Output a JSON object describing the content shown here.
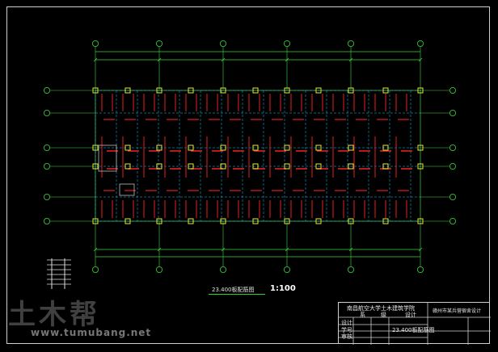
{
  "drawing": {
    "scale_label": "23.400板配筋图",
    "scale_ratio": "1:100"
  },
  "title_block": {
    "university": "南昌航空大学土木建筑学院",
    "department_row": [
      "系",
      "级",
      "设计"
    ],
    "project": "赣州市某兵营宿舍设计",
    "row_labels": [
      "设计",
      "学号",
      "审核"
    ],
    "drawing_title": "23.400板配筋图"
  },
  "watermark": {
    "logo": "土木帮",
    "url": "www.tumubang.net"
  },
  "colors": {
    "background": "#000000",
    "grid_line": "#3cd63c",
    "axis_bubble": "#3cd63c",
    "rebar": "#e02020",
    "column": "#e8e838",
    "beam_dashed": "#19c8ff",
    "frame": "#cfcfcf"
  }
}
